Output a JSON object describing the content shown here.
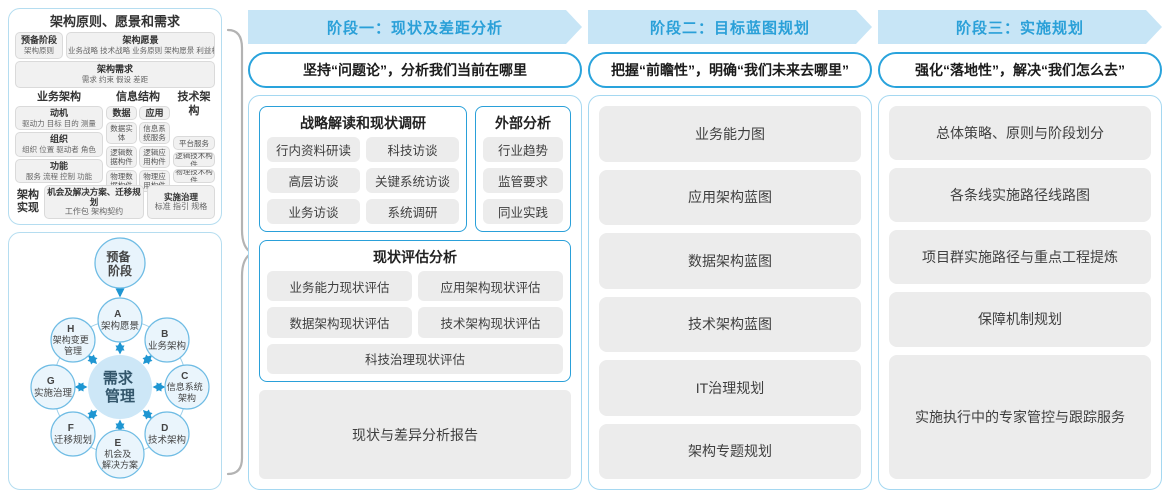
{
  "left_top": {
    "title": "架构原则、愿景和需求",
    "prep": {
      "title": "预备阶段",
      "sub": "架构原则"
    },
    "vision": {
      "title": "架构愿景",
      "sub": "业务战略 技术战略 业务原则 架构愿景 利益相关者"
    },
    "require": {
      "title": "架构需求",
      "sub": "需求  约束  假设  差距"
    },
    "biz": {
      "header": "业务架构",
      "b1": {
        "title": "动机",
        "sub": "驱动力 目标 目的 测量"
      },
      "b2": {
        "title": "组织",
        "sub": "组织 位置 驱动者 角色"
      },
      "b3": {
        "title": "功能",
        "sub": "服务 流程 控制 功能"
      }
    },
    "info": {
      "header": "信息结构",
      "data_header": "数据",
      "d1": "数据实体",
      "d2": "逻辑数据构件",
      "d3": "物理数据构件",
      "app_header": "应用",
      "a1": "信息系统服务",
      "a2": "逻辑应用构件",
      "a3": "物理应用构件"
    },
    "tech": {
      "header": "技术架构",
      "t1": "平台服务",
      "t2": "逻辑技术构件",
      "t3": "物理技术构件"
    },
    "impl": {
      "label": "架构实现",
      "box1_title": "机会及解决方案、迁移规划",
      "box1_sub": "工作包  架构契约",
      "box2_title": "实施治理",
      "box2_sub": "标准  指引  规格"
    }
  },
  "cycle": {
    "prep": {
      "line1": "预备",
      "line2": "阶段"
    },
    "center": {
      "line1": "需求",
      "line2": "管理"
    },
    "nodes": [
      {
        "letter": "A",
        "line1": "架构愿景",
        "line2": ""
      },
      {
        "letter": "B",
        "line1": "业务架构",
        "line2": ""
      },
      {
        "letter": "C",
        "line1": "信息系统",
        "line2": "架构"
      },
      {
        "letter": "D",
        "line1": "技术架构",
        "line2": ""
      },
      {
        "letter": "E",
        "line1": "机会及",
        "line2": "解决方案"
      },
      {
        "letter": "F",
        "line1": "迁移规划",
        "line2": ""
      },
      {
        "letter": "G",
        "line1": "实施治理",
        "line2": ""
      },
      {
        "letter": "H",
        "line1": "架构变更",
        "line2": "管理"
      }
    ]
  },
  "phases": [
    {
      "banner": "阶段一：现状及差距分析",
      "subtitle": "坚持“问题论”，分析我们当前在哪里",
      "group1": {
        "title": "战略解读和现状调研",
        "items": [
          "行内资料研读",
          "科技访谈",
          "高层访谈",
          "关键系统访谈",
          "业务访谈",
          "系统调研"
        ]
      },
      "group2": {
        "title": "外部分析",
        "items": [
          "行业趋势",
          "监管要求",
          "同业实践"
        ]
      },
      "group3": {
        "title": "现状评估分析",
        "items": [
          "业务能力现状评估",
          "应用架构现状评估",
          "数据架构现状评估",
          "技术架构现状评估",
          "科技治理现状评估"
        ]
      },
      "report": "现状与差异分析报告"
    },
    {
      "banner": "阶段二：目标蓝图规划",
      "subtitle": "把握“前瞻性”，明确“我们未来去哪里”",
      "items": [
        "业务能力图",
        "应用架构蓝图",
        "数据架构蓝图",
        "技术架构蓝图",
        "IT治理规划",
        "架构专题规划"
      ]
    },
    {
      "banner": "阶段三：实施规划",
      "subtitle": "强化“落地性”，解决“我们怎么去”",
      "items": [
        "总体策略、原则与阶段划分",
        "各条线实施路径线路图",
        "项目群实施路径与重点工程提炼",
        "保障机制规划",
        "实施执行中的专家管控与跟踪服务"
      ]
    }
  ]
}
